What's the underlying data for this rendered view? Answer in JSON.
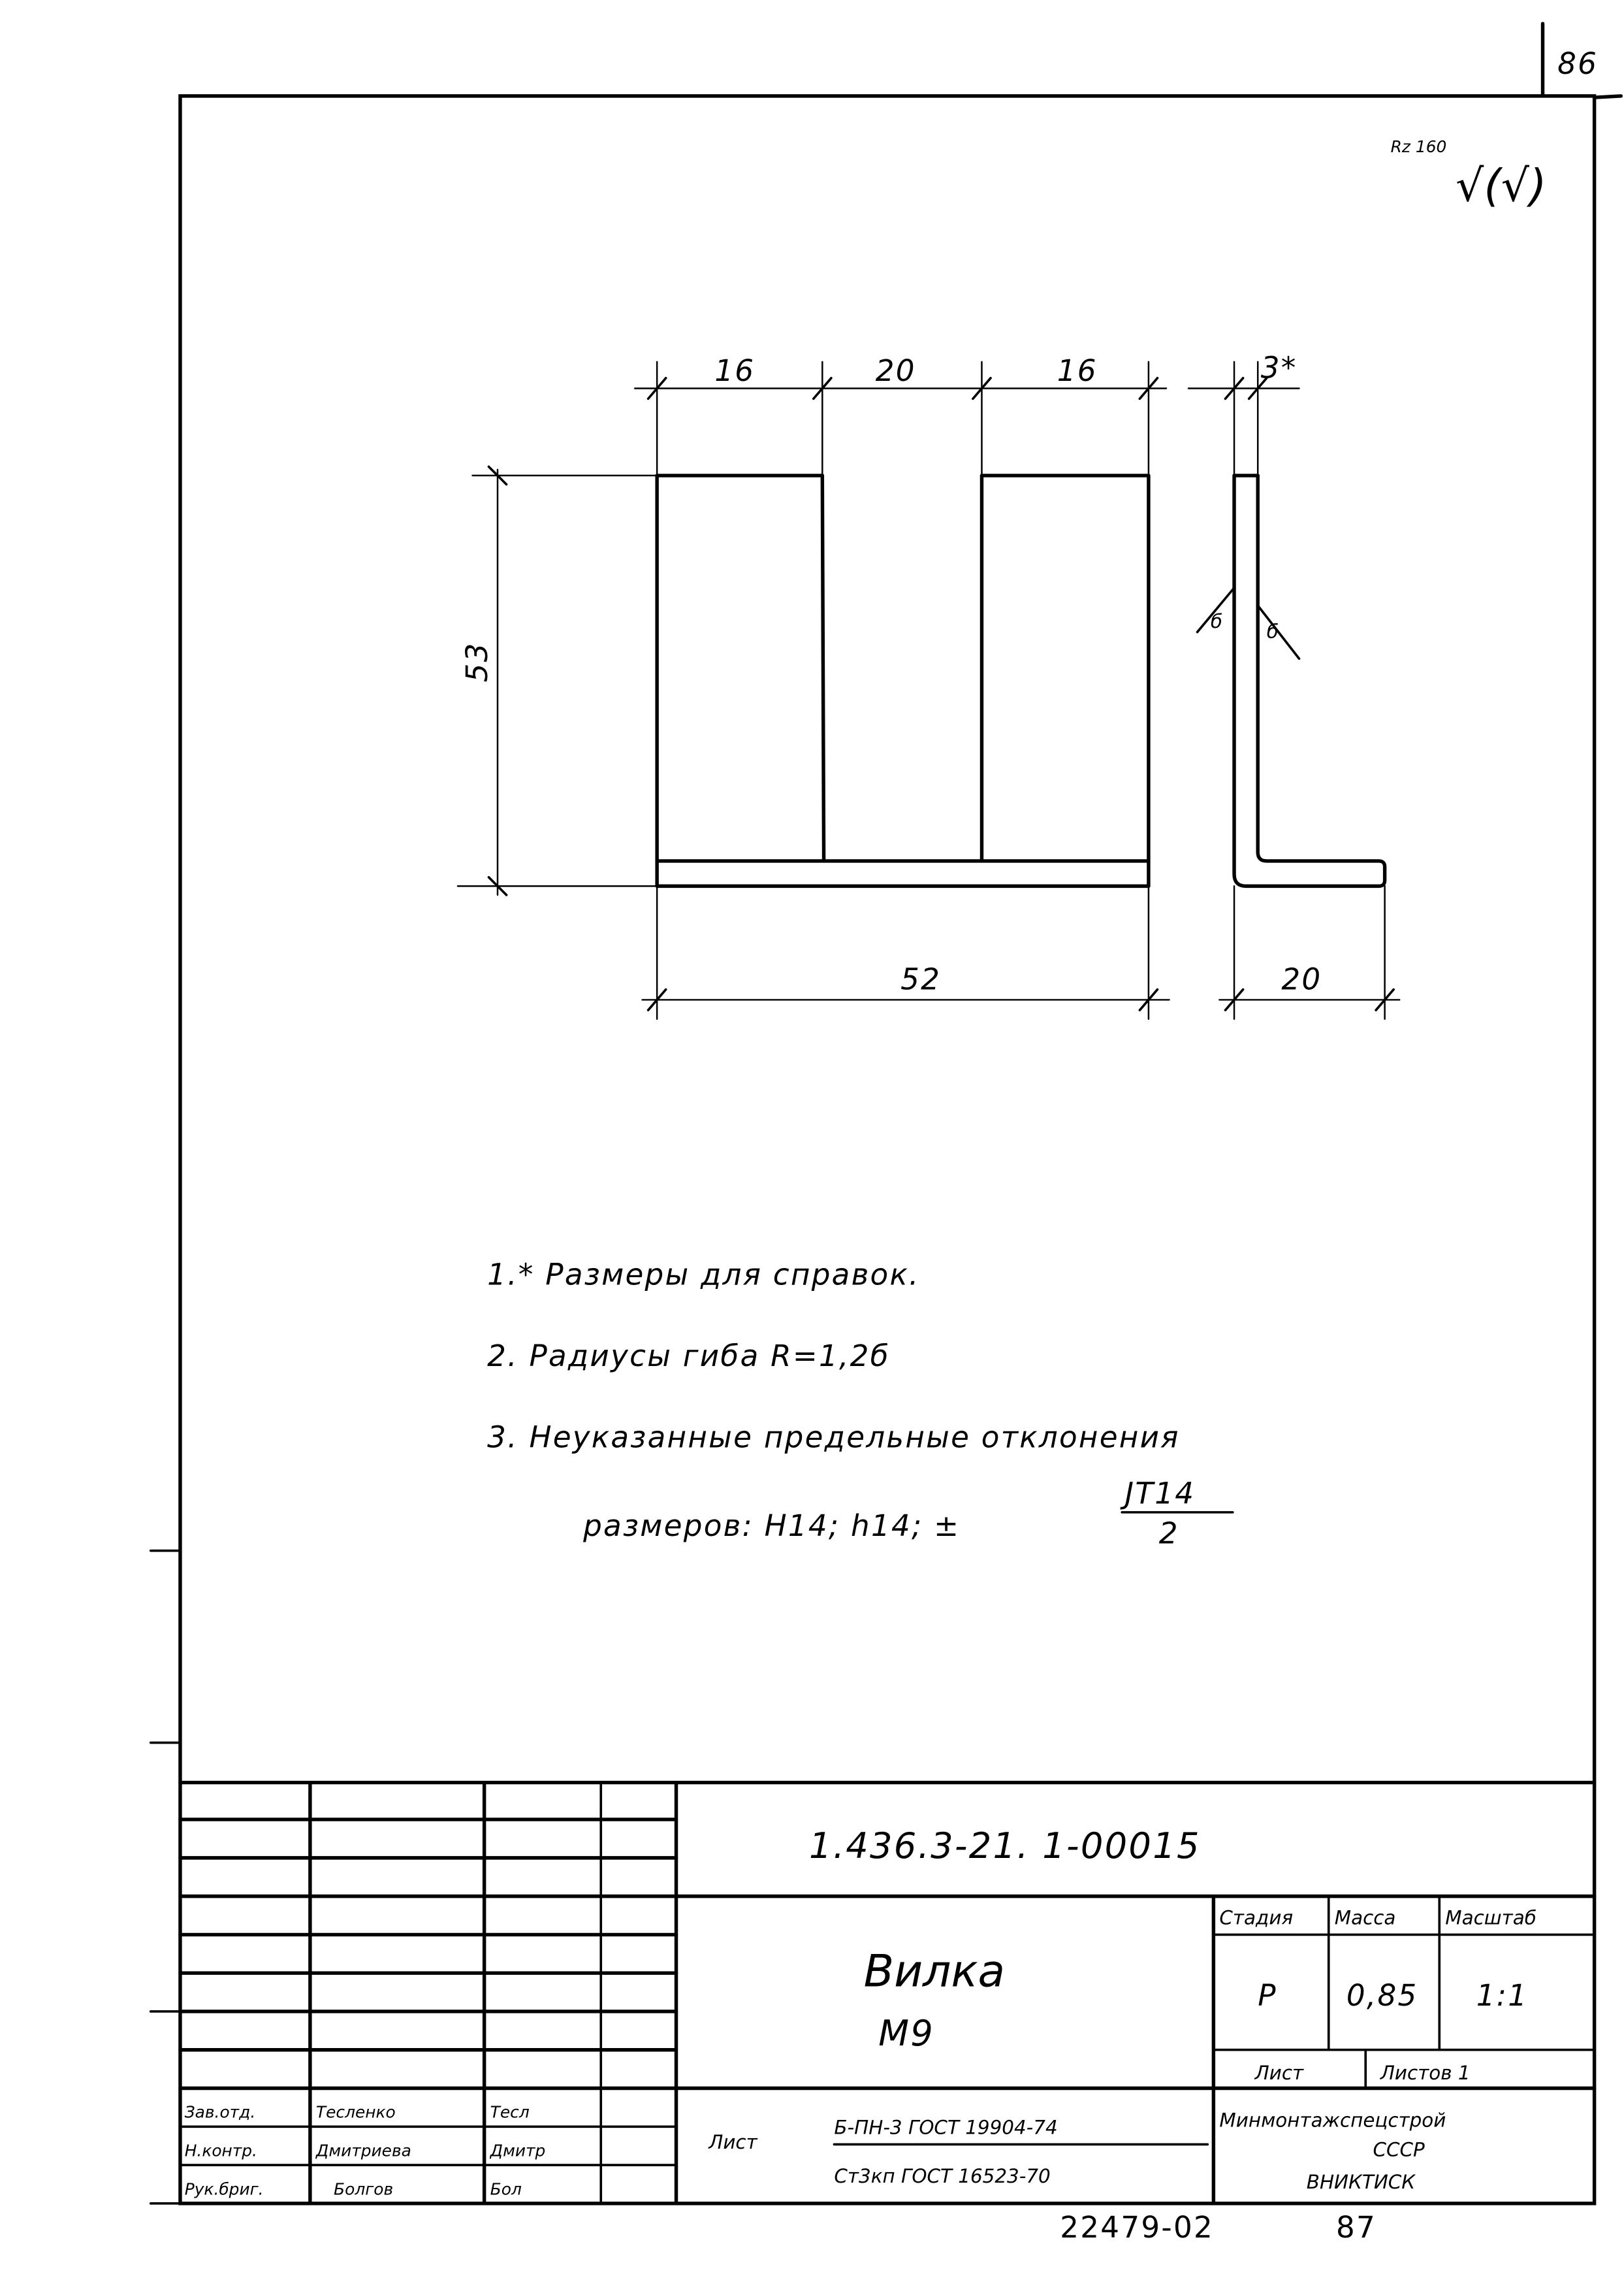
{
  "sheet": {
    "page_number": "86",
    "roughness_label": "Rz 160",
    "roughness_symbol": "√(√)"
  },
  "drawing": {
    "dimensions": {
      "top_left": "16",
      "top_middle": "20",
      "top_right": "16",
      "height": "53",
      "width": "52",
      "thickness": "3*",
      "flange": "20"
    },
    "section_marks": [
      "б",
      "б"
    ]
  },
  "notes": [
    "1.* Размеры для справок.",
    "2. Радиусы гиба R=1,2б",
    "3. Неуказанные предельные отклонения",
    "размеров: H14; h14; ±"
  ],
  "tolerance_fraction": {
    "numerator": "JT14",
    "denominator": "2"
  },
  "title_block": {
    "document_number": "1.436.3-21. 1-00015",
    "part_name": "Вилка",
    "part_code": "М9",
    "headers": {
      "stage": "Стадия",
      "mass": "Масса",
      "scale": "Масштаб"
    },
    "values": {
      "stage": "Р",
      "mass": "0,85",
      "scale": "1:1"
    },
    "sheet_label": "Лист",
    "sheets_label": "Листов 1",
    "material_label": "Лист",
    "material_line1": "Б-ПН-3 ГОСТ 19904-74",
    "material_line2": "Ст3кп ГОСТ 16523-70",
    "organization_line1": "Минмонтажспецстрой",
    "organization_line2": "СССР",
    "organization_line3": "ВНИКТИСК",
    "signatures": [
      {
        "role": "Зав.отд.",
        "name": "Тесленко",
        "sign": "Тесл"
      },
      {
        "role": "Н.контр.",
        "name": "Дмитриева",
        "sign": "Дмитр"
      },
      {
        "role": "Рук.бриг.",
        "name": "Болгов",
        "sign": "Бол"
      }
    ]
  },
  "footer": {
    "archive_number": "22479-02",
    "page": "87"
  }
}
